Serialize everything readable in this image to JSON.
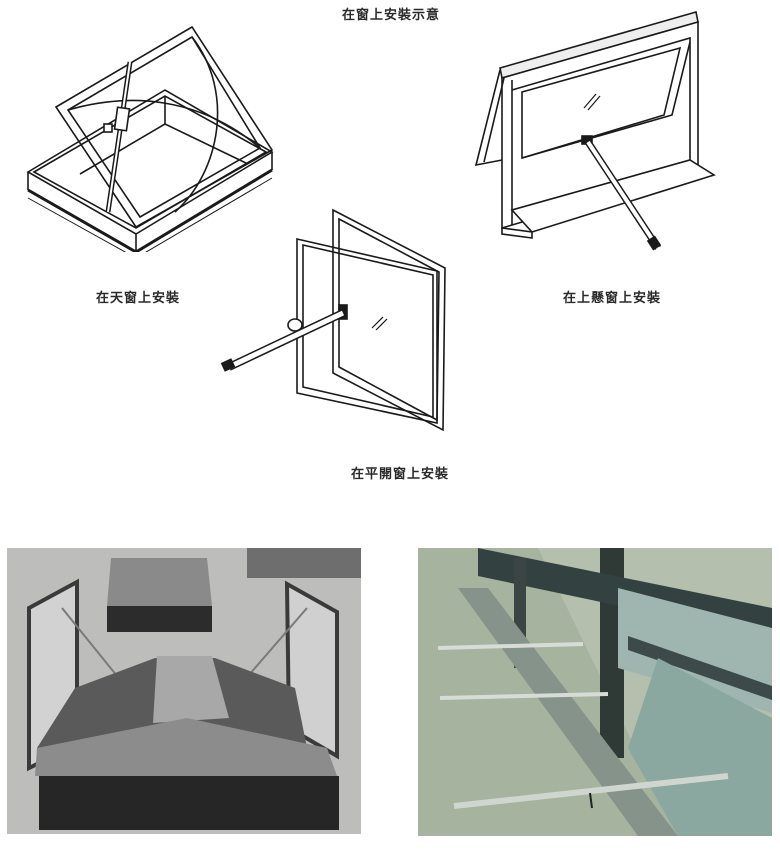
{
  "page": {
    "title": "在窗上安裝示意"
  },
  "diagrams": [
    {
      "id": "skylight",
      "caption": "在天窗上安裝",
      "icon": "skylight-actuator-diagram"
    },
    {
      "id": "top-hung",
      "caption": "在上懸窗上安裝",
      "icon": "top-hung-window-actuator-diagram"
    },
    {
      "id": "casement",
      "caption": "在平開窗上安裝",
      "icon": "casement-window-actuator-diagram"
    }
  ],
  "photos": [
    {
      "id": "roof-skylight-photo",
      "subject": "roof-skylight-with-actuators",
      "tone": "grayscale"
    },
    {
      "id": "facade-window-photo",
      "subject": "facade-window-with-chain-actuators",
      "tone": "greenish"
    }
  ],
  "colors": {
    "line": "#1a1a1a",
    "caption": "#2a2a2a",
    "photo1_bg": "#b8b8b6",
    "photo2_bg": "#9fb3a2"
  }
}
